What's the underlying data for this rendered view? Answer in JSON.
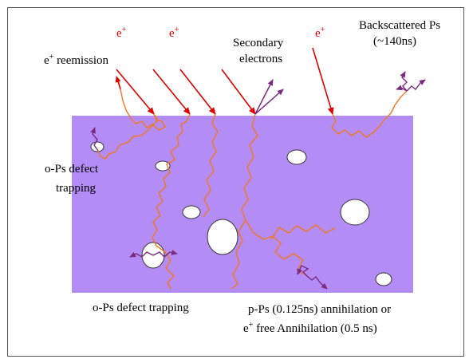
{
  "colors": {
    "sample": "#b48cf5",
    "positron_track": "#f07820",
    "incident_arrow": "#e00000",
    "photon": "#7a2a80",
    "text": "#000000"
  },
  "labels": {
    "e_plus_base": "e",
    "e_plus_sup": "+",
    "reemission_prefix": "e",
    "reemission_sup": "+",
    "reemission_text": " reemission",
    "secondary_line1": "Secondary",
    "secondary_line2": "electrons",
    "backscattered_line1": "Backscattered Ps",
    "backscattered_line2": "(~140ns)",
    "ops_defect_line1": "o-Ps defect",
    "ops_defect_line2": "trapping",
    "ops_defect_bottom": "o-Ps defect trapping",
    "pps_line1": "p-Ps (0.125ns) annihilation or",
    "free_prefix": "e",
    "free_sup": "+",
    "free_text": " free Annihilation (0.5 ns)"
  }
}
